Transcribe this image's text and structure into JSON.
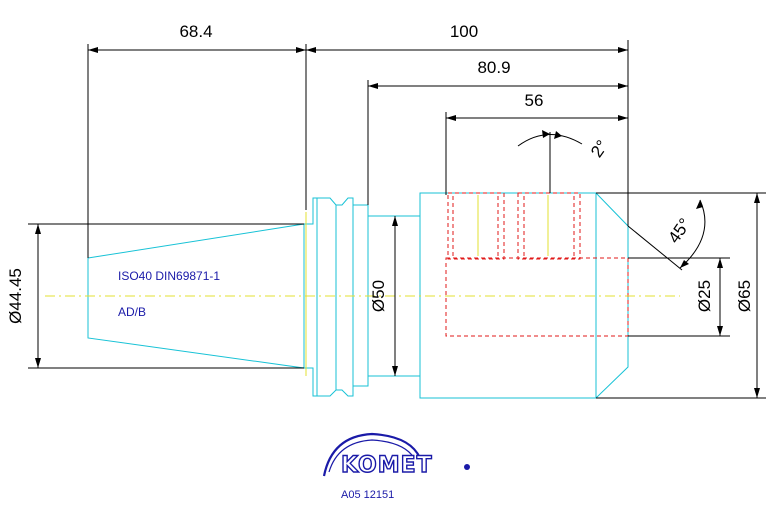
{
  "dimensions": {
    "taper_length": "68.4",
    "overall_length": "100",
    "body_length": "80.9",
    "bore_length": "56",
    "angle_taper": "2°",
    "angle_chamfer": "45°",
    "dia_taper": "Ø44.45",
    "dia_body": "Ø50",
    "dia_bore": "Ø25",
    "dia_outer": "Ø65"
  },
  "notes": {
    "standard": "ISO40 DIN69871-1",
    "variant": "AD/B"
  },
  "logo": {
    "brand": "KOMET",
    "article_number": "A05 12151"
  },
  "colors": {
    "outline": "#17c2d6",
    "hidden": "#e01818",
    "centerline": "#e3e030",
    "dimension": "#000000",
    "text": "#1a1aa8"
  }
}
